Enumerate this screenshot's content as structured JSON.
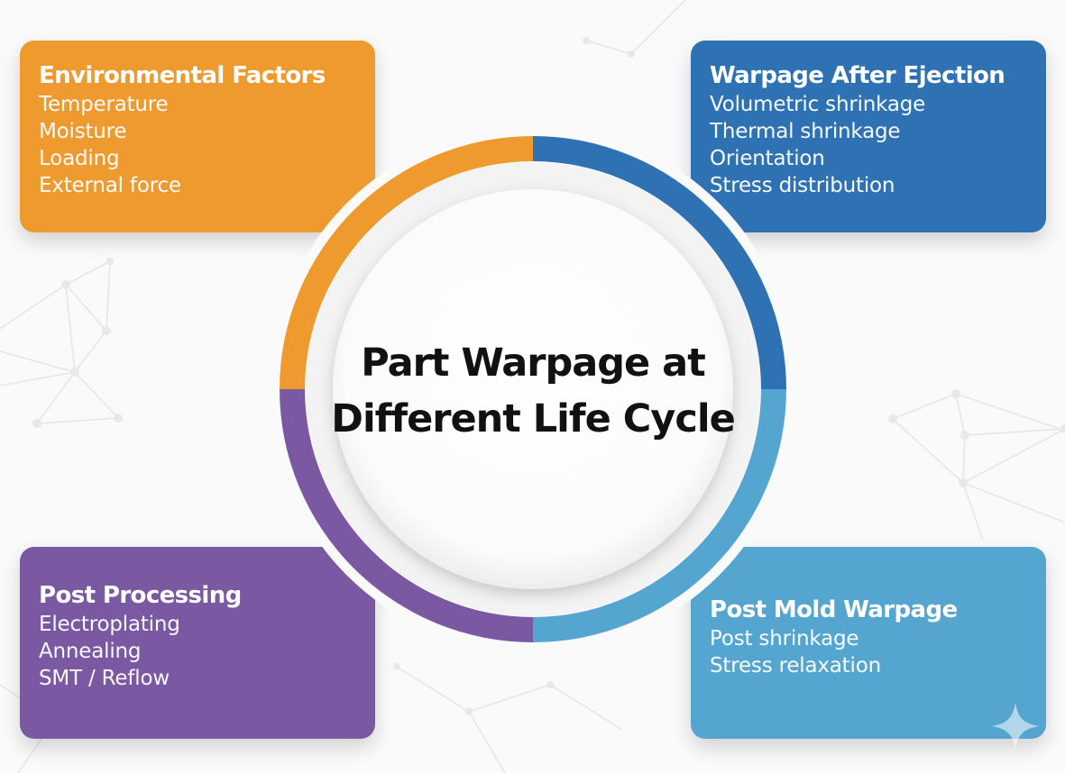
{
  "title": {
    "line1": "Part Warpage at",
    "line2": "Different Life Cycle"
  },
  "cards": [
    {
      "id": "environmental-factors",
      "title": "Environmental Factors",
      "color": "#ee9a2e",
      "items": [
        "Temperature",
        "Moisture",
        "Loading",
        "External force"
      ]
    },
    {
      "id": "warpage-after-ejection",
      "title": "Warpage After Ejection",
      "color": "#2e72b4",
      "items": [
        "Volumetric shrinkage",
        "Thermal shrinkage",
        "Orientation",
        "Stress distribution"
      ]
    },
    {
      "id": "post-processing",
      "title": "Post Processing",
      "color": "#7a58a2",
      "items": [
        "Electroplating",
        "Annealing",
        "SMT / Reflow"
      ]
    },
    {
      "id": "post-mold-warpage",
      "title": "Post Mold Warpage",
      "color": "#55a5d1",
      "items": [
        "Post shrinkage",
        "Stress relaxation"
      ]
    }
  ],
  "ring_segments": [
    {
      "quadrant": "top-left",
      "color": "#ee9a2e"
    },
    {
      "quadrant": "top-right",
      "color": "#2e72b4"
    },
    {
      "quadrant": "bottom-right",
      "color": "#55a5d1"
    },
    {
      "quadrant": "bottom-left",
      "color": "#7a58a2"
    }
  ],
  "decorations": {
    "sparkle_icon": "four-point-star"
  }
}
